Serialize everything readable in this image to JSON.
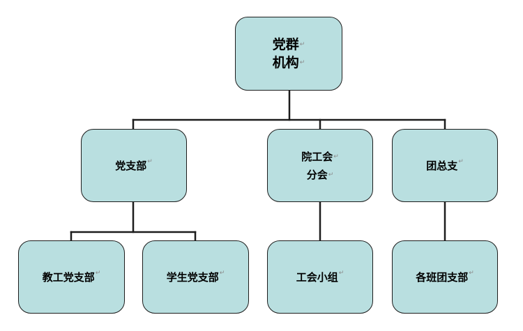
{
  "diagram": {
    "colors": {
      "box_fill": "#b9dfe0",
      "box_border": "#1c1c1c",
      "connector": "#1c1c1c",
      "paragraph_mark": "#8a8a8a"
    },
    "paragraph_mark": "↵",
    "nodes": {
      "root": {
        "lines": [
          "党群",
          "机构"
        ]
      },
      "party_branch": {
        "label": "党支部"
      },
      "union_branch": {
        "lines": [
          "院工会",
          "分会"
        ]
      },
      "league_branch": {
        "label": "团总支"
      },
      "teacher_party_branch": {
        "label": "教工党支部"
      },
      "student_party_branch": {
        "label": "学生党支部"
      },
      "union_group": {
        "label": "工会小组"
      },
      "class_league_branches": {
        "label": "各班团支部"
      }
    }
  }
}
